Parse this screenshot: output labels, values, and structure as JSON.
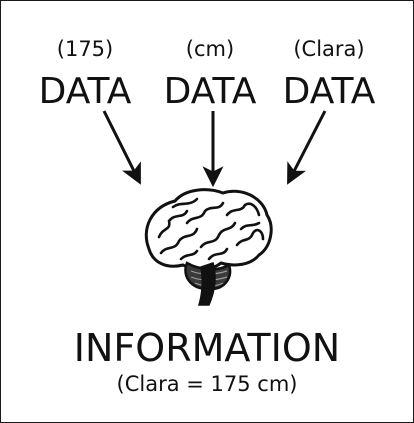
{
  "inputs": [
    {
      "value": "(175)",
      "label": "DATA"
    },
    {
      "value": "(cm)",
      "label": "DATA"
    },
    {
      "value": "(Clara)",
      "label": "DATA"
    }
  ],
  "output": {
    "label": "INFORMATION",
    "detail": "(Clara = 175 cm)"
  },
  "icons": {
    "arrow": "arrow-down-icon",
    "brain": "brain-icon"
  },
  "colors": {
    "ink": "#111111",
    "background": "#ffffff"
  }
}
